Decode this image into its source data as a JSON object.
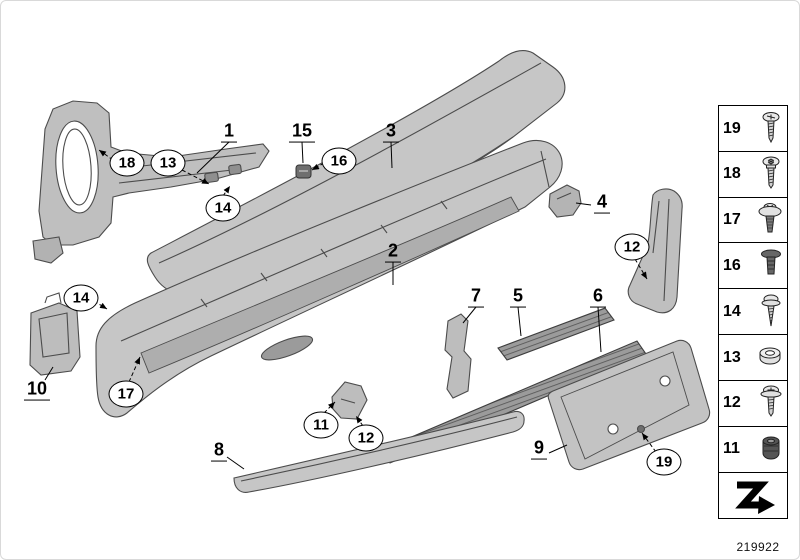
{
  "diagram": {
    "callouts": [
      {
        "label": "1",
        "type": "plain"
      },
      {
        "label": "15",
        "type": "plain"
      },
      {
        "label": "16",
        "type": "circled"
      },
      {
        "label": "3",
        "type": "plain"
      },
      {
        "label": "18",
        "type": "circled"
      },
      {
        "label": "13",
        "type": "circled"
      },
      {
        "label": "14",
        "type": "circled"
      },
      {
        "label": "2",
        "type": "plain"
      },
      {
        "label": "4",
        "type": "plain"
      },
      {
        "label": "12",
        "type": "circled"
      },
      {
        "label": "14",
        "type": "circled"
      },
      {
        "label": "7",
        "type": "plain"
      },
      {
        "label": "5",
        "type": "plain"
      },
      {
        "label": "6",
        "type": "plain"
      },
      {
        "label": "10",
        "type": "plain"
      },
      {
        "label": "17",
        "type": "circled"
      },
      {
        "label": "11",
        "type": "circled"
      },
      {
        "label": "12",
        "type": "circled"
      },
      {
        "label": "8",
        "type": "plain"
      },
      {
        "label": "9",
        "type": "plain"
      },
      {
        "label": "19",
        "type": "circled"
      }
    ]
  },
  "legend": {
    "rows": [
      {
        "label": "19",
        "icon": "pan-head-screw-icon"
      },
      {
        "label": "18",
        "icon": "torx-screw-icon"
      },
      {
        "label": "17",
        "icon": "screw-with-washer-icon"
      },
      {
        "label": "16",
        "icon": "expansion-rivet-icon"
      },
      {
        "label": "14",
        "icon": "tapping-screw-icon"
      },
      {
        "label": "13",
        "icon": "grommet-icon"
      },
      {
        "label": "12",
        "icon": "flange-screw-icon"
      },
      {
        "label": "11",
        "icon": "plastic-nut-icon"
      }
    ],
    "footer_symbol": "zigzag-arrow-icon"
  },
  "footer": {
    "drawing_number": "219922"
  }
}
